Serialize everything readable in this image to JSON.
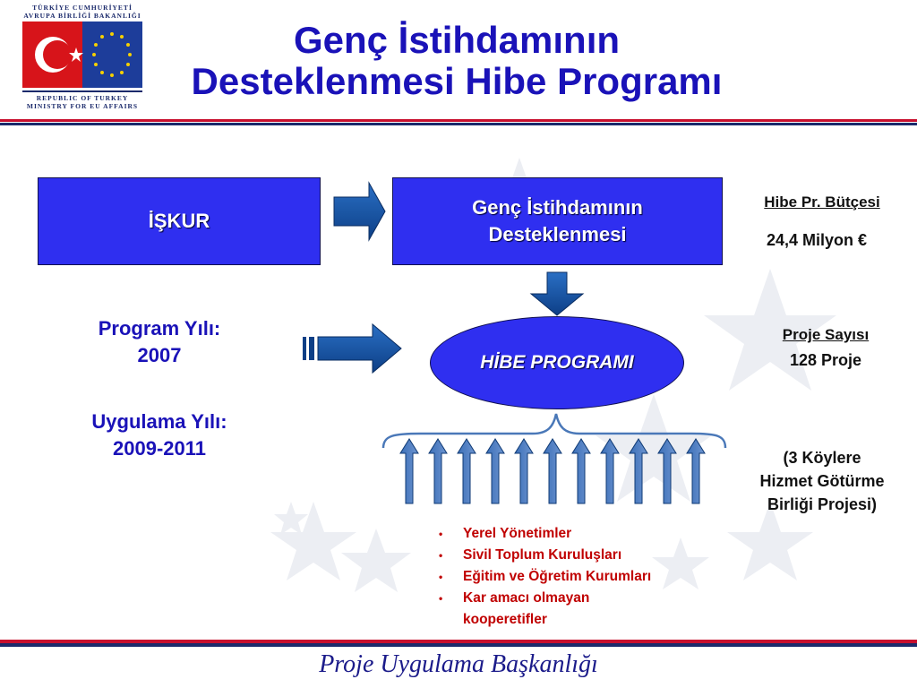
{
  "logo": {
    "top_line1": "TÜRKİYE  CUMHURİYETİ",
    "top_line2": "AVRUPA BİRLİĞİ BAKANLIĞI",
    "bottom_line1": "REPUBLIC  OF  TURKEY",
    "bottom_line2": "MINISTRY FOR EU AFFAIRS"
  },
  "header": {
    "title_line1": "Genç İstihdamının",
    "title_line2": "Desteklenmesi Hibe Programı"
  },
  "diagram": {
    "iskur": "İŞKUR",
    "genc_line1": "Genç İstihdamının",
    "genc_line2": "Desteklenmesi",
    "hibe": "HİBE PROGRAMI"
  },
  "left_info": {
    "program_year_label": "Program Yılı:",
    "program_year": "2007",
    "implementation_label": "Uygulama Yılı:",
    "implementation_years": "2009-2011"
  },
  "right_info": {
    "budget_label": "Hibe Pr. Bütçesi",
    "budget_value": "24,4 Milyon €",
    "project_count_label": "Proje Sayısı",
    "project_count_value": "128 Proje",
    "note_line1": "(3 Köylere",
    "note_line2": "Hizmet Götürme",
    "note_line3": "Birliği Projesi)"
  },
  "beneficiaries": [
    "Yerel Yönetimler",
    "Sivil Toplum Kuruluşları",
    "Eğitim ve Öğretim Kurumları",
    "Kar amacı olmayan kooperetifler"
  ],
  "footer": {
    "text": "Proje Uygulama Başkanlığı"
  },
  "colors": {
    "title_blue": "#1a12b8",
    "box_blue": "#2f2ff0",
    "arrow_blue": "#0f4c9a",
    "rule_red": "#c8102e",
    "rule_navy": "#1b2a6b",
    "bullet_red": "#c00000"
  }
}
